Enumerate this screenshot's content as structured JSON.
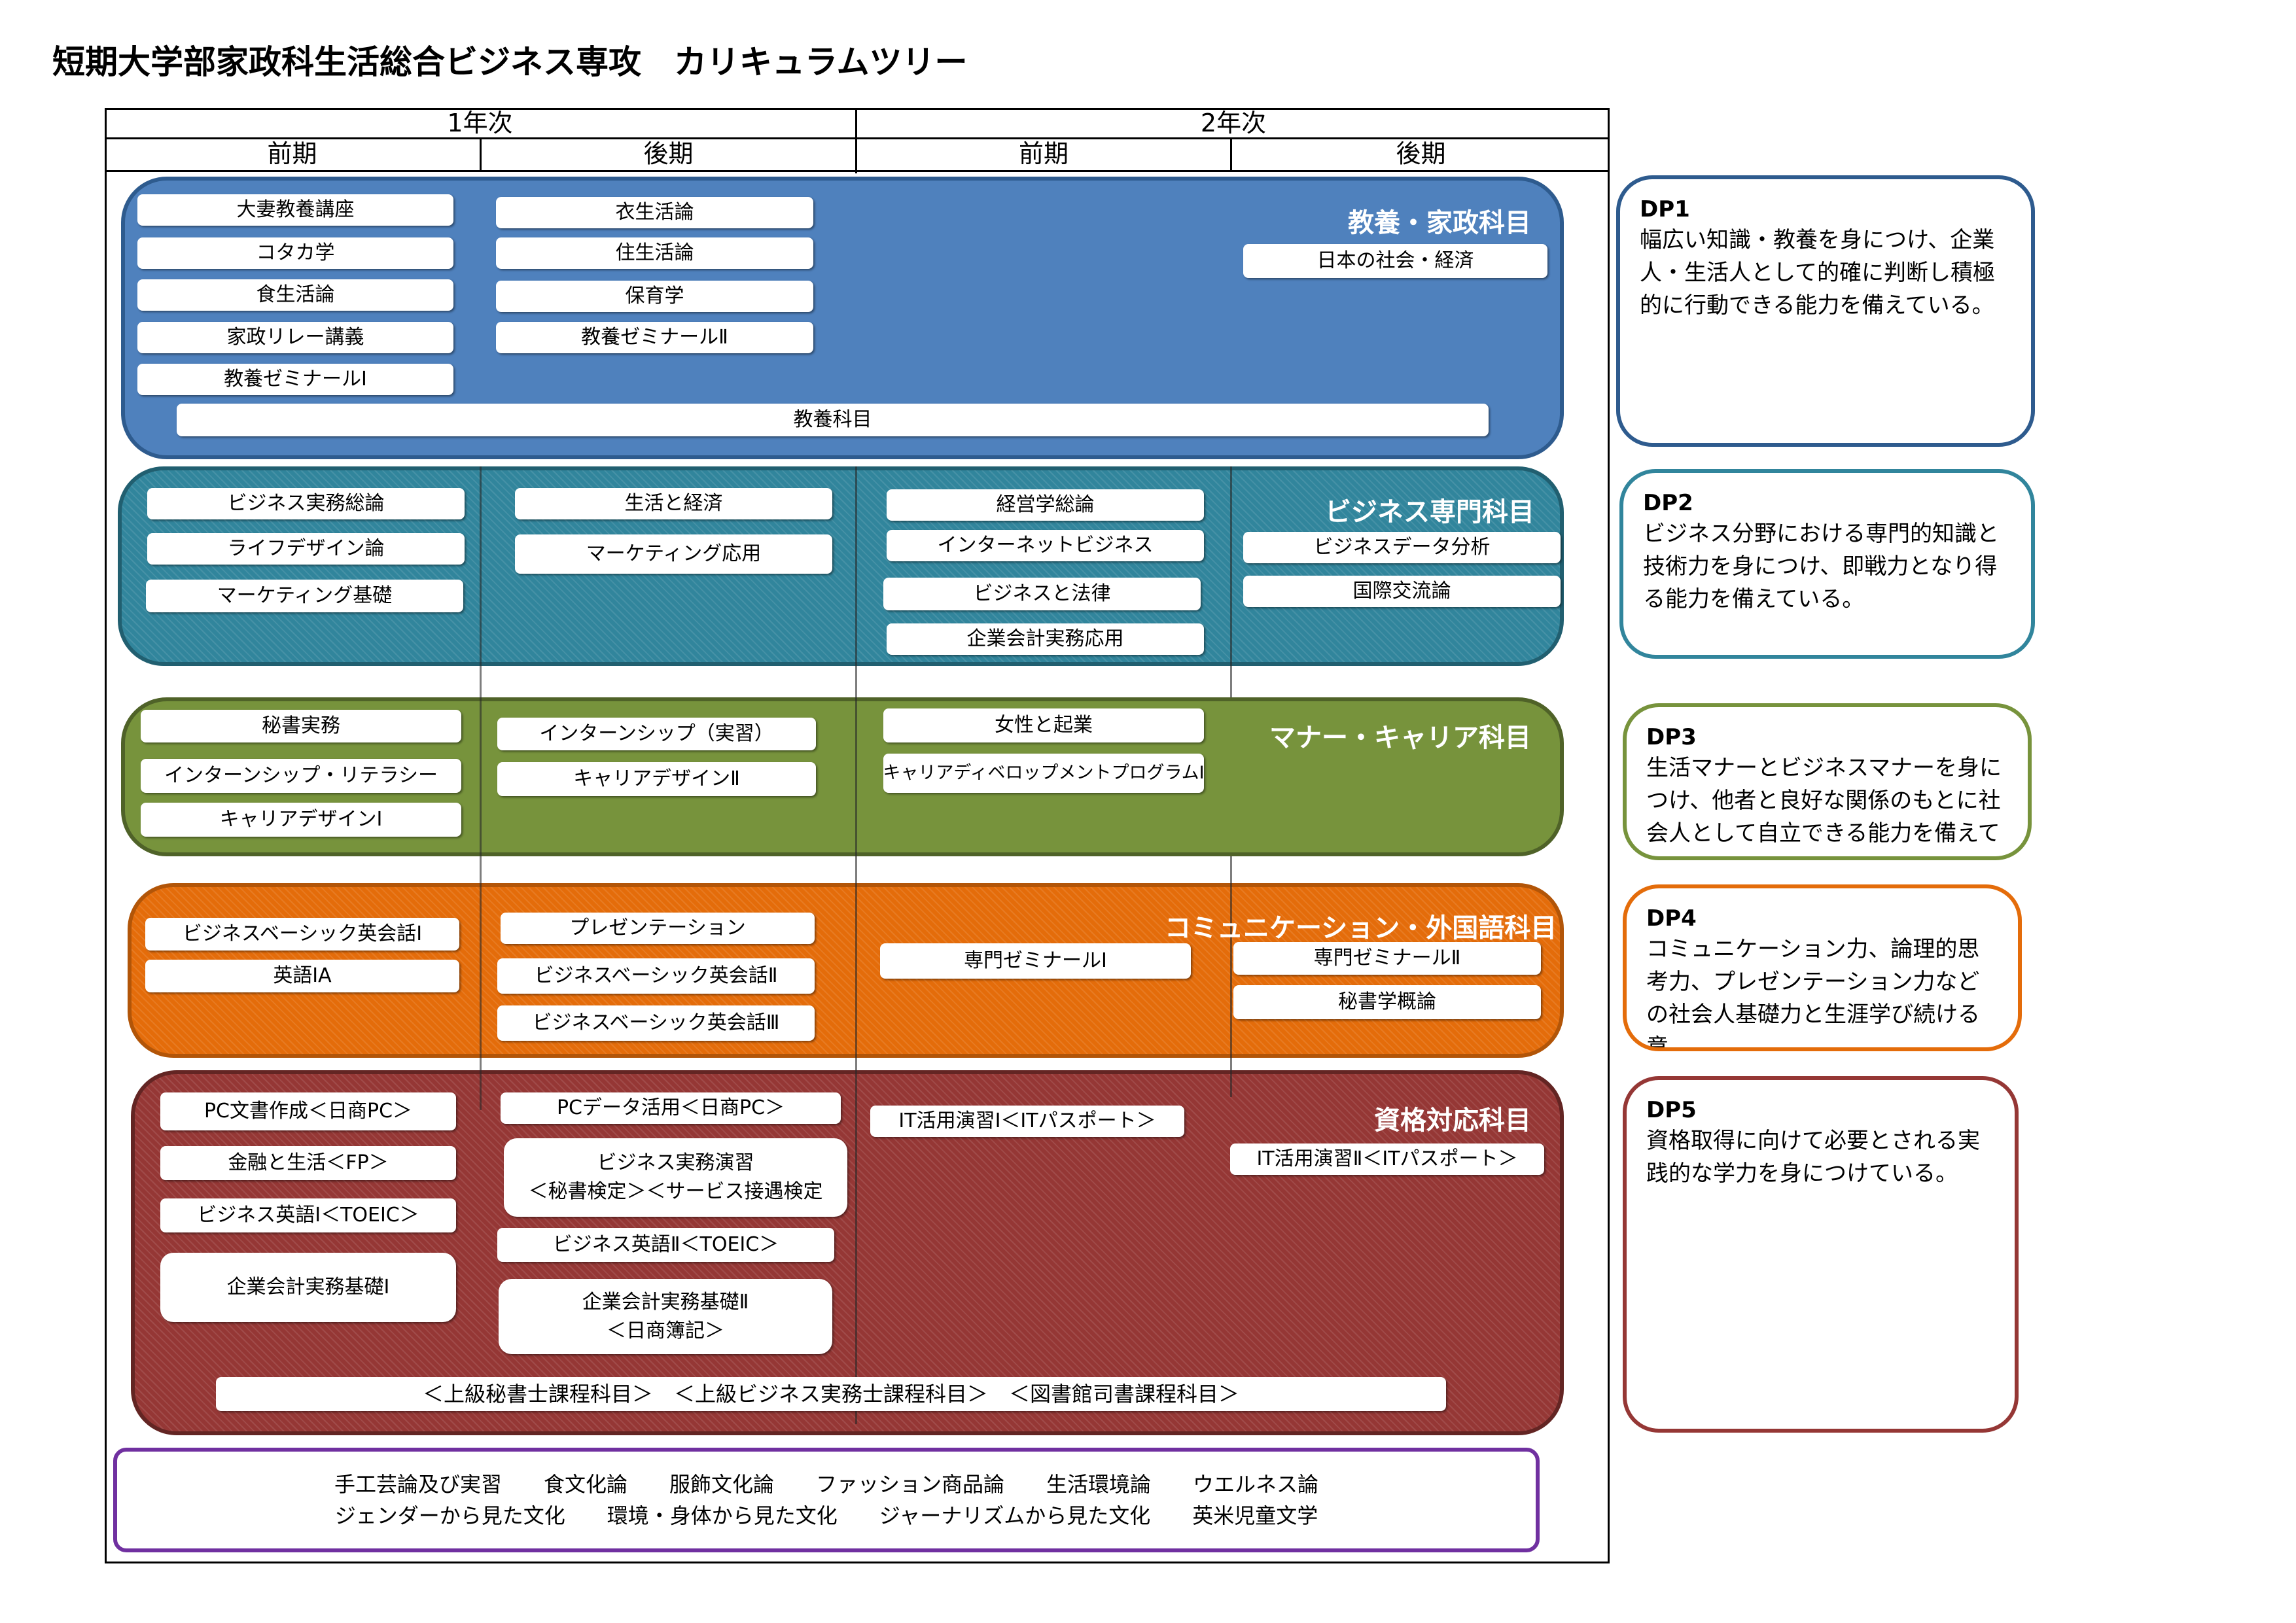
{
  "title": "短期大学部家政科生活総合ビジネス専攻　カリキュラムツリー",
  "header": {
    "year1": "1年次",
    "year2": "2年次",
    "terms": [
      "前期",
      "後期",
      "前期",
      "後期"
    ]
  },
  "bands": [
    {
      "name": "教養・家政科目",
      "color": "#4f81bd",
      "courses": [
        "大妻教養講座",
        "コタカ学",
        "食生活論",
        "家政リレー講義",
        "教養ゼミナールⅠ",
        "衣生活論",
        "住生活論",
        "保育学",
        "教養ゼミナールⅡ",
        "日本の社会・経済",
        "教養科目"
      ]
    },
    {
      "name": "ビジネス専門科目",
      "color": "#31859c",
      "courses": [
        "ビジネス実務総論",
        "ライフデザイン論",
        "マーケティング基礎",
        "生活と経済",
        "マーケティング応用",
        "経営学総論",
        "インターネットビジネス",
        "ビジネスと法律",
        "企業会計実務応用",
        "ビジネスデータ分析",
        "国際交流論"
      ]
    },
    {
      "name": "マナー・キャリア科目",
      "color": "#77933c",
      "courses": [
        "秘書実務",
        "インターンシップ・リテラシー",
        "キャリアデザインⅠ",
        "インターンシップ（実習）",
        "キャリアデザインⅡ",
        "女性と起業",
        "キャリアディベロップメントプログラムⅠ"
      ]
    },
    {
      "name": "コミュニケーション・外国語科目",
      "color": "#e46c0a",
      "courses": [
        "ビジネスベーシック英会話Ⅰ",
        "英語ⅠA",
        "プレゼンテーション",
        "ビジネスベーシック英会話Ⅱ",
        "ビジネスベーシック英会話Ⅲ",
        "専門ゼミナールⅠ",
        "専門ゼミナールⅡ",
        "秘書学概論"
      ]
    },
    {
      "name": "資格対応科目",
      "color": "#953735",
      "courses": [
        "PC文書作成＜日商PC＞",
        "金融と生活＜FP＞",
        "ビジネス英語Ⅰ＜TOEIC＞",
        "企業会計実務基礎Ⅰ",
        "PCデータ活用＜日商PC＞",
        "ビジネス実務演習",
        "＜秘書検定＞＜サービス接遇検定",
        "ビジネス英語Ⅱ＜TOEIC＞",
        "企業会計実務基礎Ⅱ",
        "＜日商簿記＞",
        "IT活用演習Ⅰ＜ITパスポート＞",
        "IT活用演習Ⅱ＜ITパスポート＞",
        "＜上級秘書士課程科目＞　＜上級ビジネス実務士課程科目＞　＜図書館司書課程科目＞"
      ]
    }
  ],
  "other_courses": [
    "手工芸論及び実習　　食文化論　　服飾文化論　　ファッション商品論　　生活環境論　　ウエルネス論",
    "ジェンダーから見た文化　　環境・身体から見た文化　　ジャーナリズムから見た文化　　英米児童文学"
  ],
  "dp": [
    {
      "label": "DP1",
      "text": "幅広い知識・教養を身につけ、企業人・生活人として的確に判断し積極的に行動できる能力を備えている。",
      "color": "#2e5b8e"
    },
    {
      "label": "DP2",
      "text": "ビジネス分野における専門的知識と技術力を身につけ、即戦力となり得る能力を備えている。",
      "color": "#31859c"
    },
    {
      "label": "DP3",
      "text": "生活マナーとビジネスマナーを身につけ、他者と良好な関係のもとに社会人として自立できる能力を備えて",
      "color": "#77933c"
    },
    {
      "label": "DP4",
      "text": "コミュニケーション力、論理的思考力、プレゼンテーション力などの社会人基礎力と生涯学び続ける意",
      "color": "#e46c0a"
    },
    {
      "label": "DP5",
      "text": "資格取得に向けて必要とされる実践的な学力を身につけている。",
      "color": "#953735"
    }
  ]
}
